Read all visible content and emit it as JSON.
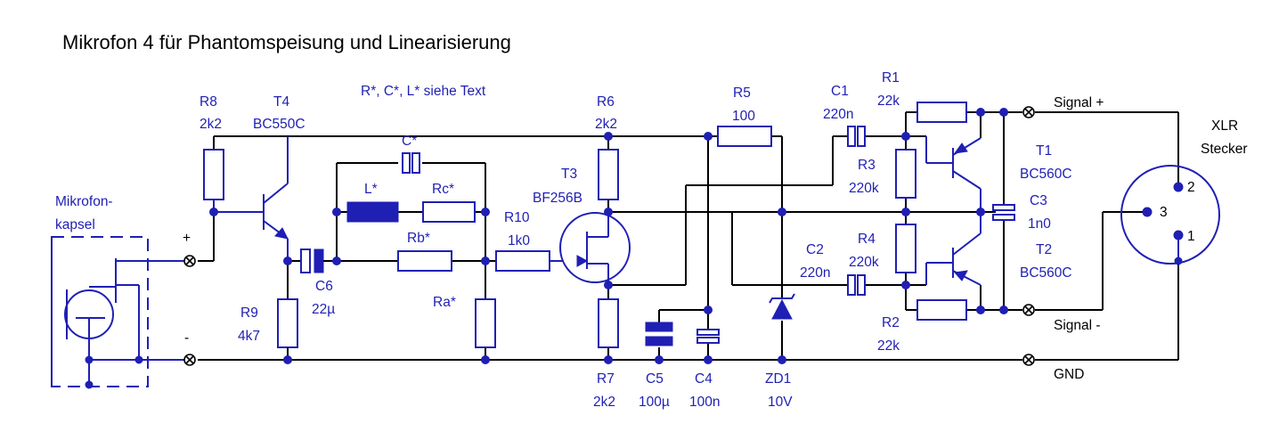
{
  "title": "Mikrofon 4 für Phantomspeisung und Linearisierung",
  "note": "R*, C*, L* siehe Text",
  "capsule": {
    "line1": "Mikrofon-",
    "line2": "kapsel"
  },
  "polarity": {
    "plus": "+",
    "minus": "-"
  },
  "components": {
    "R8": {
      "ref": "R8",
      "value": "2k2"
    },
    "T4": {
      "ref": "T4",
      "value": "BC550C"
    },
    "R9": {
      "ref": "R9",
      "value": "4k7"
    },
    "C6": {
      "ref": "C6",
      "value": "22µ"
    },
    "Cstar": {
      "ref": "C*"
    },
    "Lstar": {
      "ref": "L*"
    },
    "Rcstar": {
      "ref": "Rc*"
    },
    "Rbstar": {
      "ref": "Rb*"
    },
    "Rastar": {
      "ref": "Ra*"
    },
    "R10": {
      "ref": "R10",
      "value": "1k0"
    },
    "T3": {
      "ref": "T3",
      "value": "BF256B"
    },
    "R6": {
      "ref": "R6",
      "value": "2k2"
    },
    "R7": {
      "ref": "R7",
      "value": "2k2"
    },
    "C5": {
      "ref": "C5",
      "value": "100µ"
    },
    "C4": {
      "ref": "C4",
      "value": "100n"
    },
    "R5": {
      "ref": "R5",
      "value": "100"
    },
    "ZD1": {
      "ref": "ZD1",
      "value": "10V"
    },
    "C1": {
      "ref": "C1",
      "value": "220n"
    },
    "C2": {
      "ref": "C2",
      "value": "220n"
    },
    "R1": {
      "ref": "R1",
      "value": "22k"
    },
    "R2": {
      "ref": "R2",
      "value": "22k"
    },
    "R3": {
      "ref": "R3",
      "value": "220k"
    },
    "R4": {
      "ref": "R4",
      "value": "220k"
    },
    "T1": {
      "ref": "T1",
      "value": "BC560C"
    },
    "T2": {
      "ref": "T2",
      "value": "BC560C"
    },
    "C3": {
      "ref": "C3",
      "value": "1n0"
    }
  },
  "outputs": {
    "signal_plus": "Signal +",
    "signal_minus": "Signal -",
    "gnd": "GND"
  },
  "xlr": {
    "line1": "XLR",
    "line2": "Stecker",
    "pin1": "1",
    "pin2": "2",
    "pin3": "3"
  },
  "colors": {
    "wire": "#000000",
    "component": "#1f1fb4",
    "background": "#ffffff"
  }
}
